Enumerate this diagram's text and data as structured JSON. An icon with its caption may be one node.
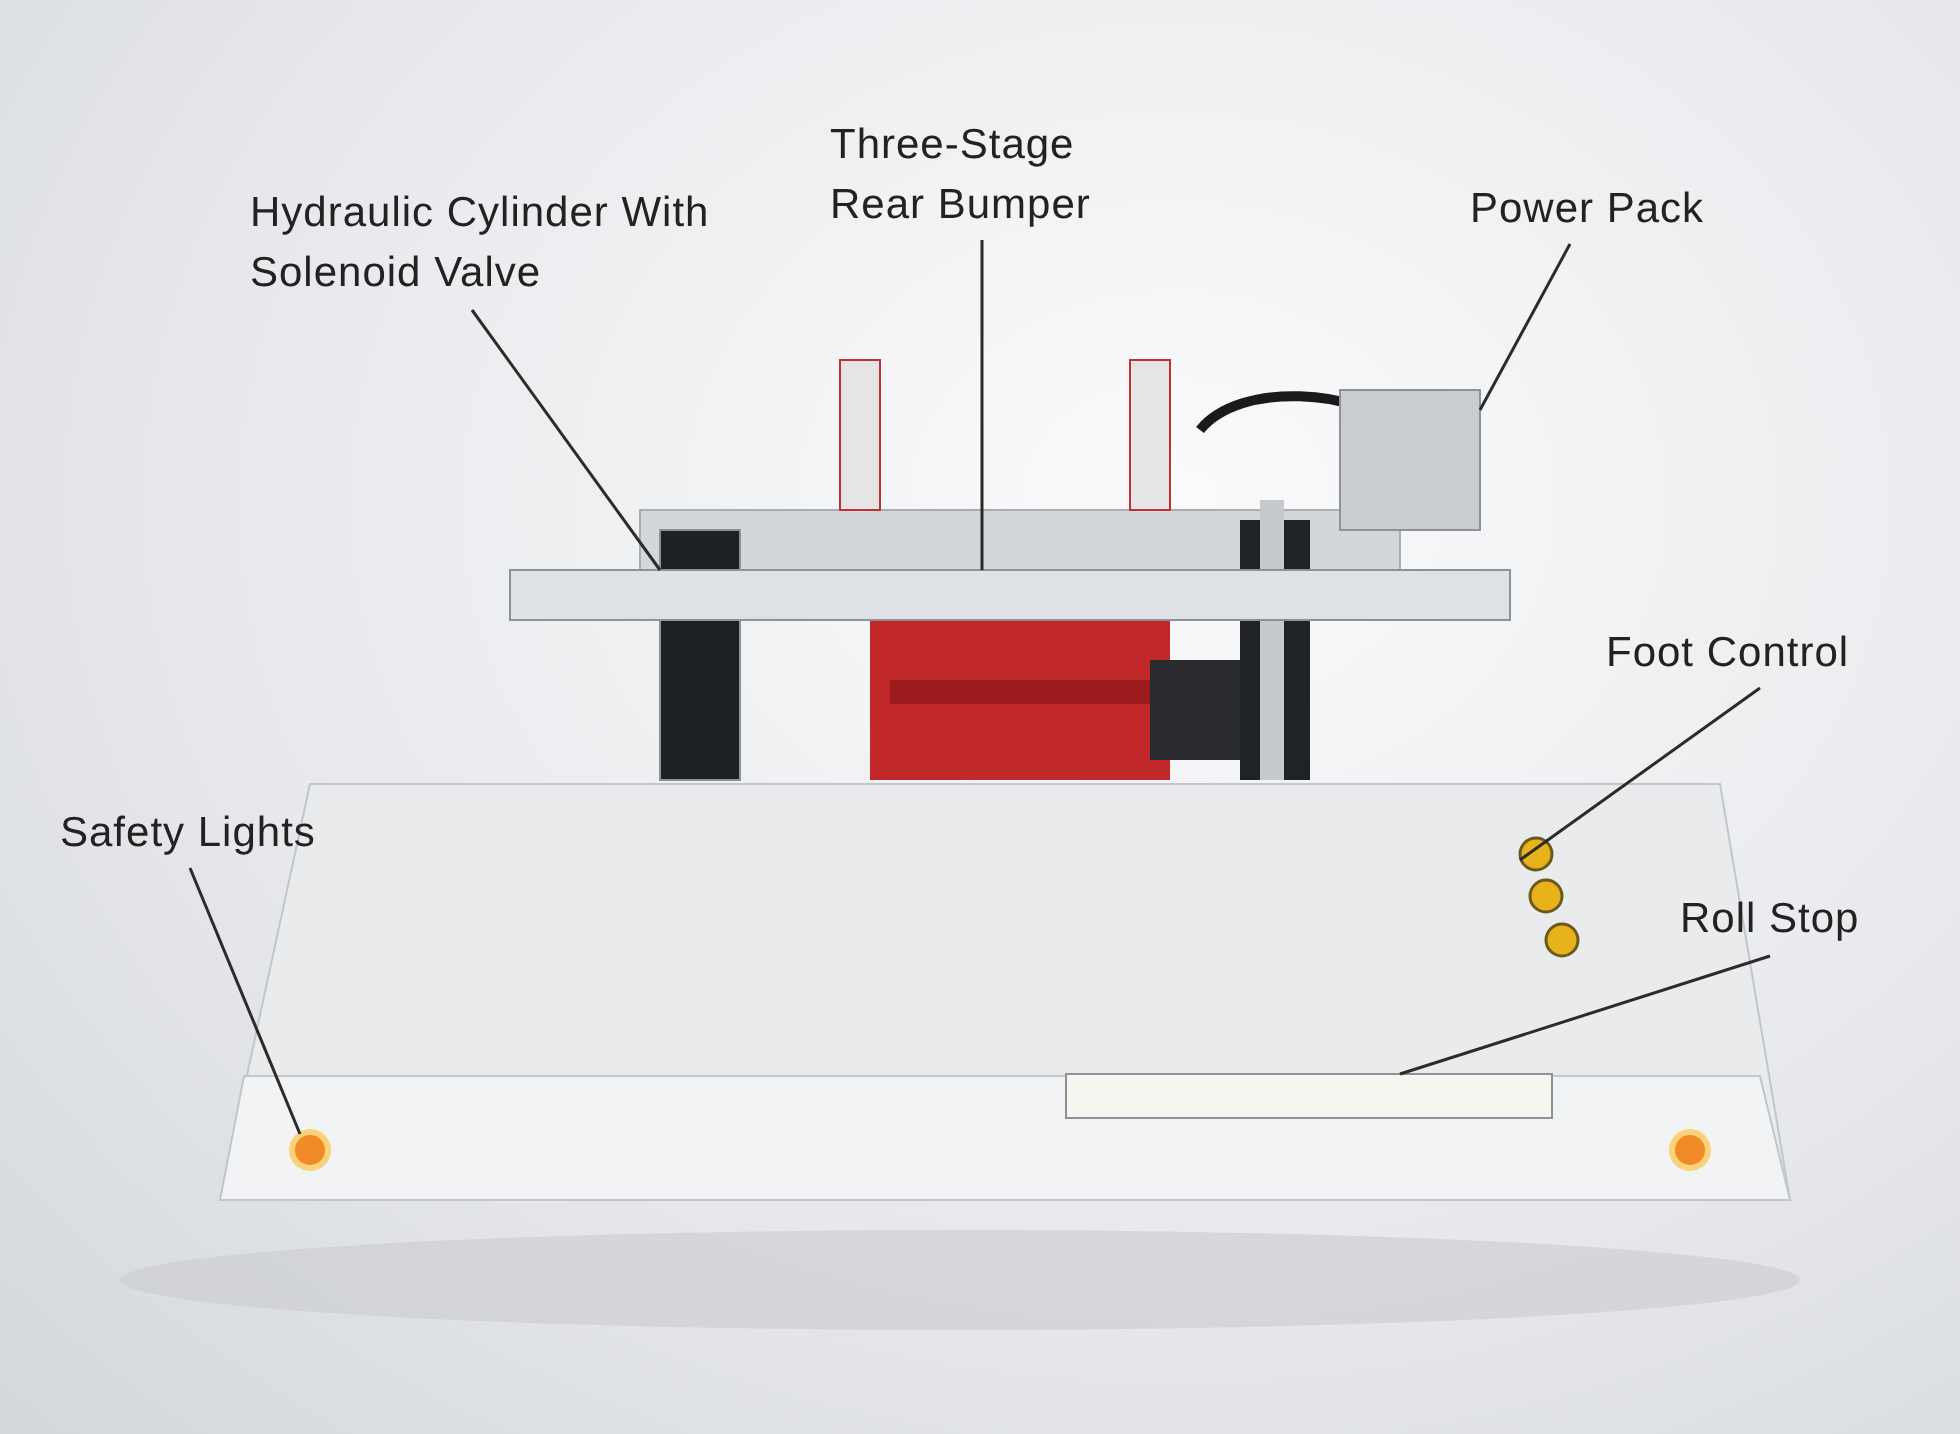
{
  "diagram": {
    "nodes": [
      {
        "text": [
          "Three-Stage Rear Bumper"
        ]
      },
      {
        "text": [
          "Power Pack"
        ]
      },
      {
        "text": [
          "Hydraulic Cylinder With Solenoid Valve"
        ]
      },
      {
        "text": [
          "Foot Control"
        ]
      },
      {
        "text": [
          "Safety Lights"
        ]
      },
      {
        "text": [
          "Roll Stop"
        ]
      },
      {
        "text": [],
        "shape": "circle"
      },
      {
        "text": [],
        "shape": "box"
      },
      {
        "text": [],
        "shape": "box"
      },
      {
        "text": [],
        "shape": "box"
      },
      {
        "text": [],
        "shape": "box"
      },
      {
        "text": [],
        "shape": "picture"
      }
    ],
    "edges": [
      {
        "from": 0,
        "to": 8,
        "arrow": "none"
      },
      {
        "from": 1,
        "to": 9,
        "arrow": "none"
      },
      {
        "from": 2,
        "to": 7,
        "arrow": "none"
      },
      {
        "from": 3,
        "to": 11,
        "arrow": "none"
      },
      {
        "from": 4,
        "to": 6,
        "arrow": "none"
      },
      {
        "from": 5,
        "to": 10,
        "arrow": "none"
      }
    ]
  }
}
